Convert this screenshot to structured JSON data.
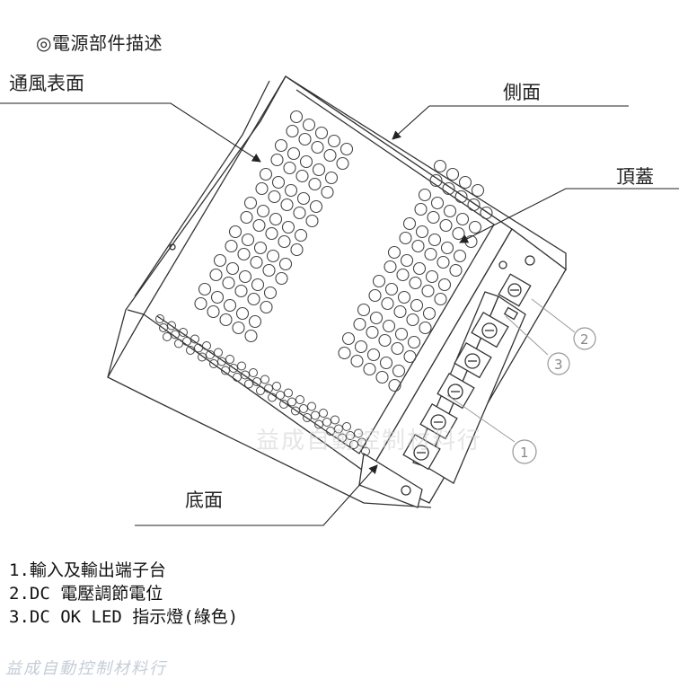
{
  "heading": "◎電源部件描述",
  "labels": {
    "vent_surface": "通風表面",
    "side": "側面",
    "top_cover": "頂蓋",
    "bottom": "底面"
  },
  "callouts": [
    "1",
    "2",
    "3"
  ],
  "legend": [
    "1.輸入及輸出端子台",
    "2.DC 電壓調節電位",
    "3.DC OK LED 指示燈(綠色)"
  ],
  "watermark": "益成自動控制材料行",
  "colors": {
    "line": "#333333",
    "label": "#222222",
    "callout": "#888888",
    "watermark": "#c5cdd8"
  }
}
